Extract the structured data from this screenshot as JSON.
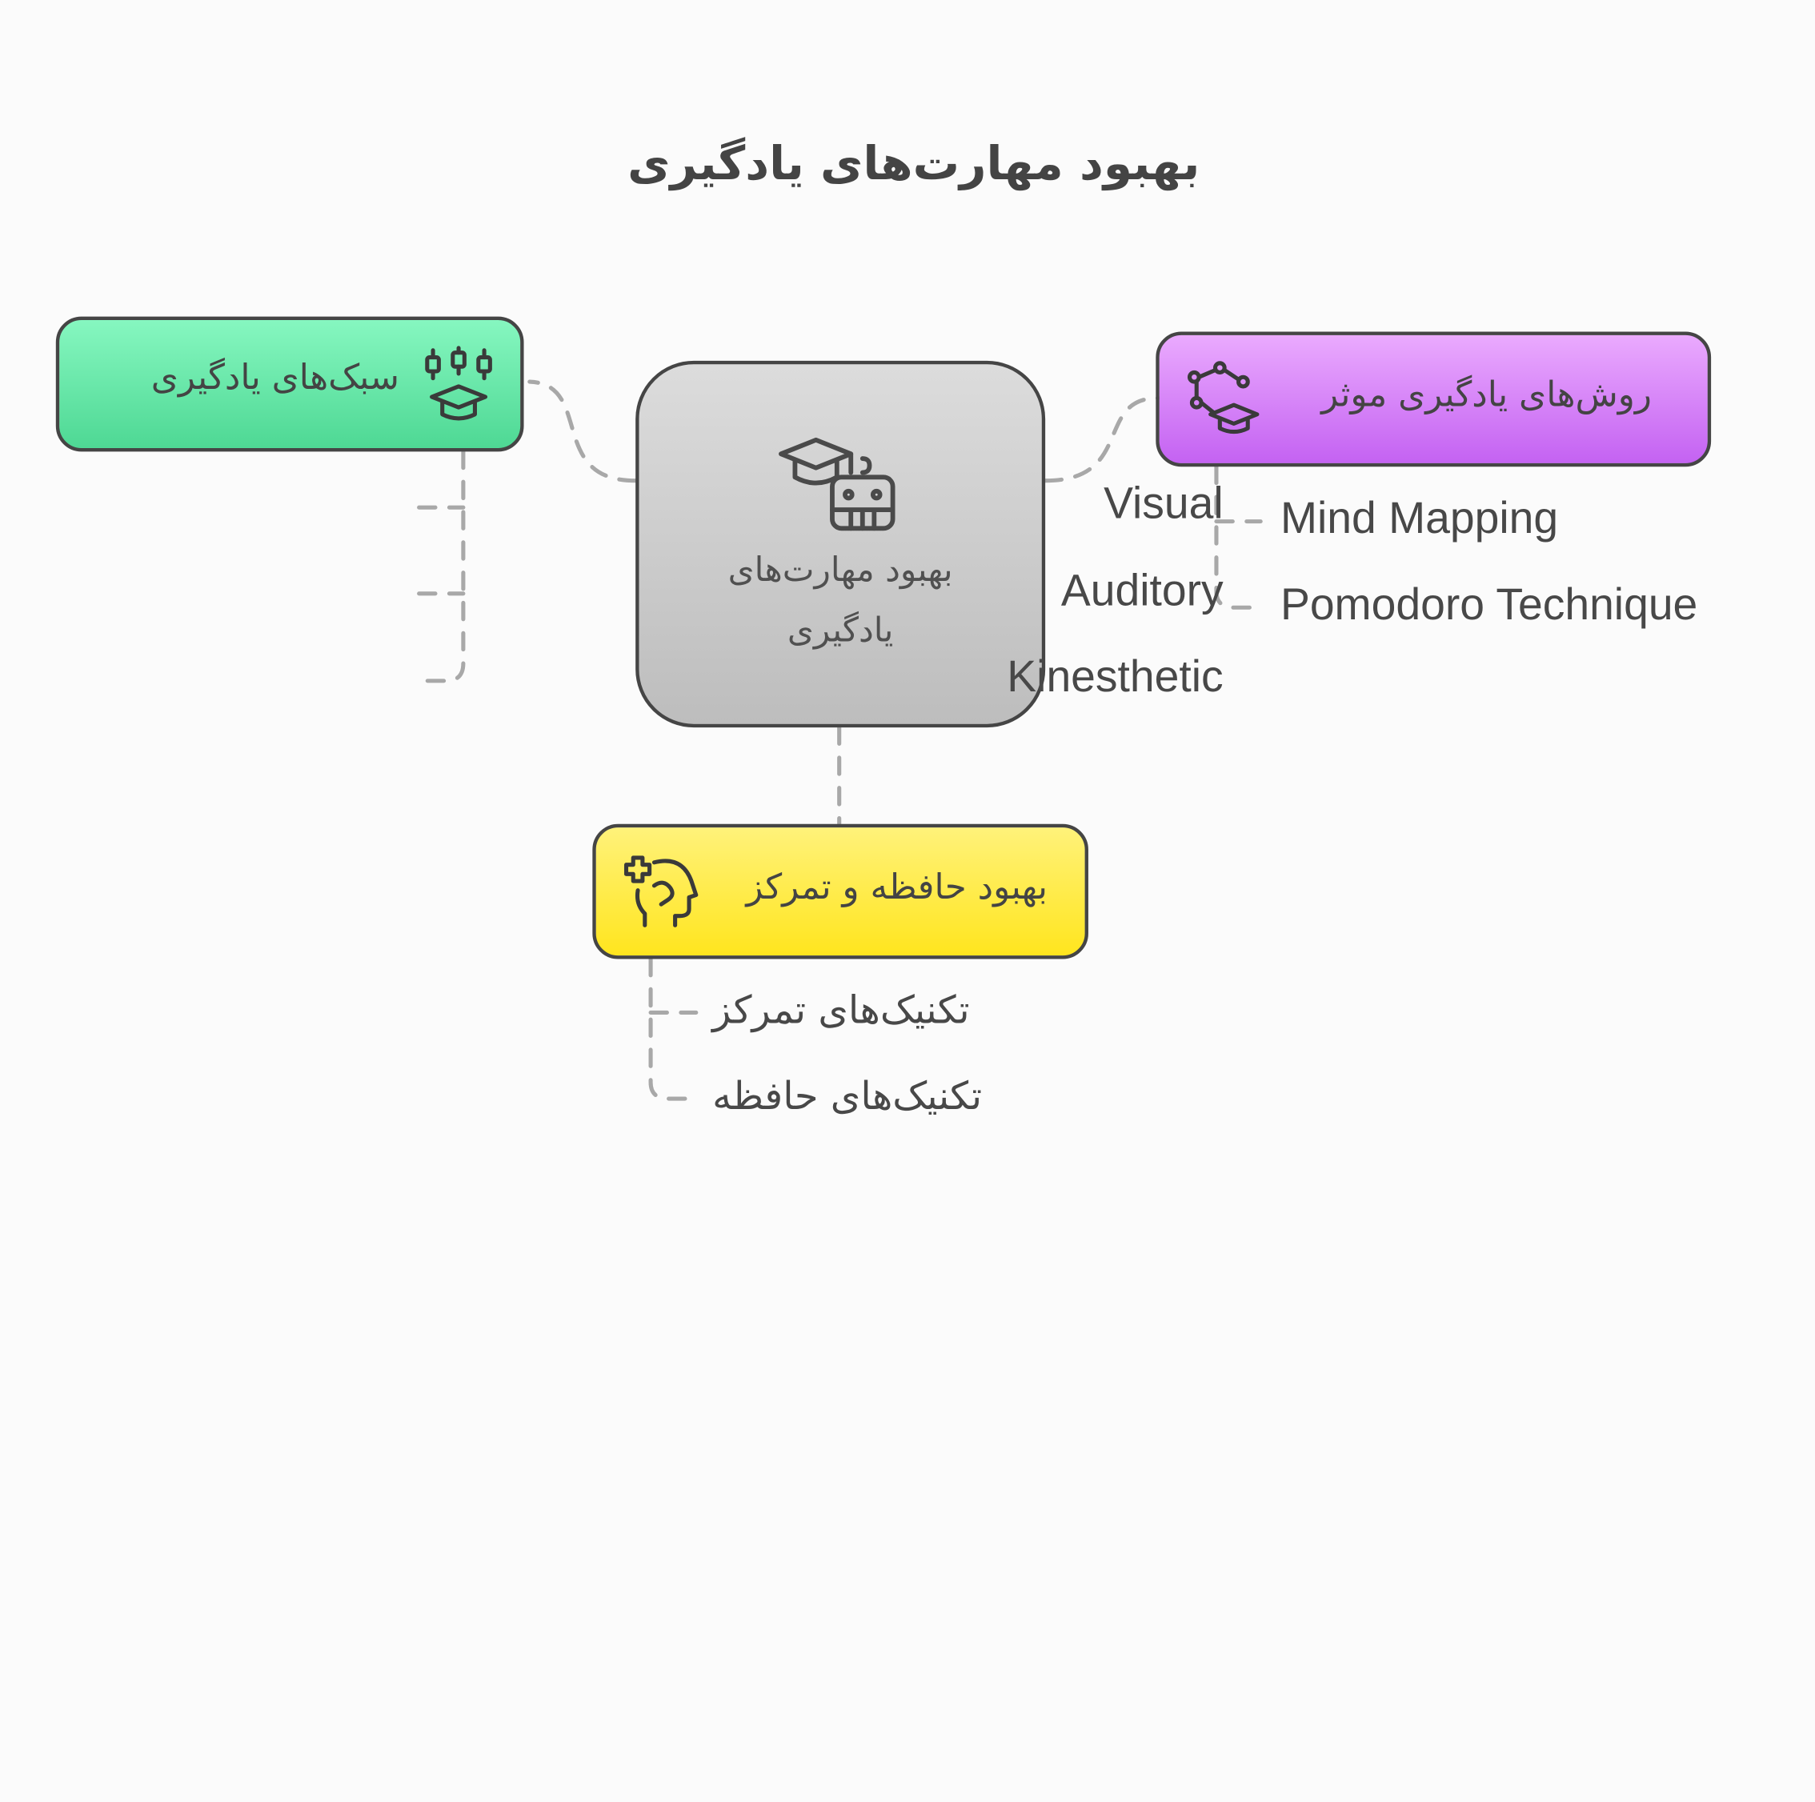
{
  "title": "بهبود مهارت‌های یادگیری",
  "center": {
    "label": "بهبود مهارت‌های یادگیری",
    "icon": "graduation-cap-robot-icon"
  },
  "branches": {
    "styles": {
      "label": "سبک‌های یادگیری",
      "icon": "graduation-cap-candles-icon",
      "color": "#5ee3a1",
      "items": [
        "Visual",
        "Auditory",
        "Kinesthetic"
      ]
    },
    "methods": {
      "label": "روش‌های یادگیری موثر",
      "icon": "graduation-cap-network-icon",
      "color": "#d67cf8",
      "items": [
        "Mind Mapping",
        "Pomodoro Technique"
      ]
    },
    "memory": {
      "label": "بهبود حافظه و تمرکز",
      "icon": "head-plus-icon",
      "color": "#ffeb3b",
      "items": [
        "تکنیک‌های تمرکز",
        "تکنیک‌های حافظه"
      ]
    }
  }
}
